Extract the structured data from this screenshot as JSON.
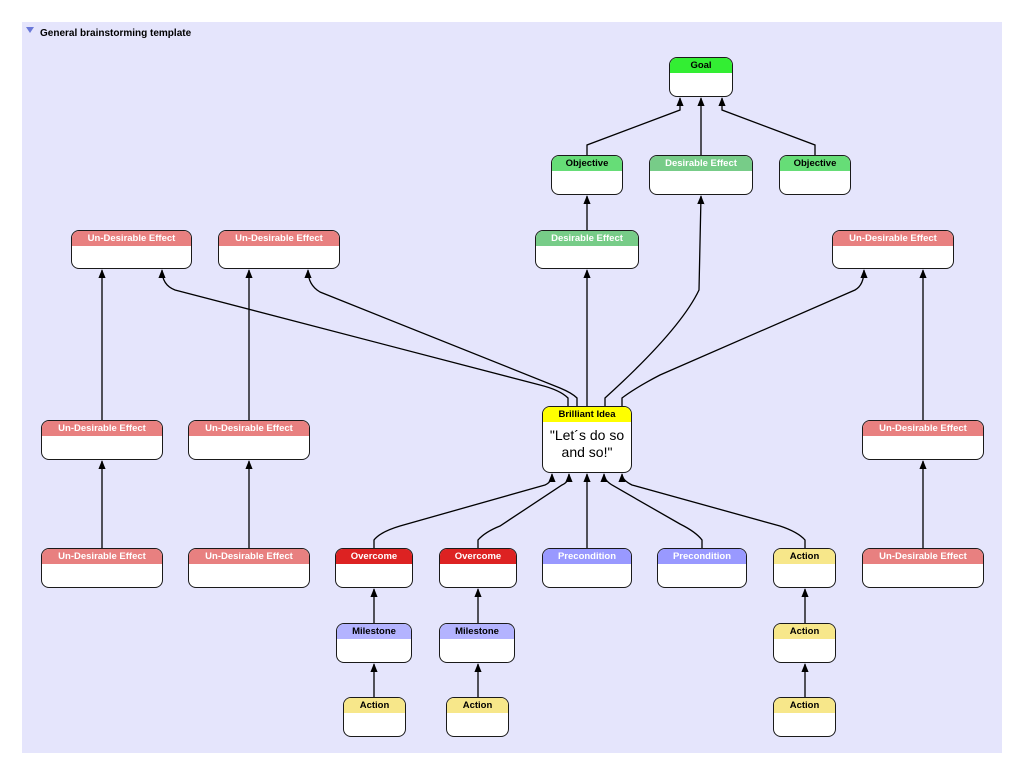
{
  "title": "General brainstorming template",
  "colors": {
    "goal": "#33ee33",
    "objective": "#66dd77",
    "desirable": "#77cc88",
    "undesirable": "#e88080",
    "brilliant": "#ffff00",
    "overcome": "#dd2222",
    "precondition": "#9999ff",
    "milestone": "#b3b3ff",
    "action": "#f7e78a"
  },
  "nodes": [
    {
      "id": "goal",
      "label": "Goal",
      "kind": "goal",
      "text_color": "#000000"
    },
    {
      "id": "obj1",
      "label": "Objective",
      "kind": "objective",
      "text_color": "#000000"
    },
    {
      "id": "de_top",
      "label": "Desirable Effect",
      "kind": "desirable",
      "text_color": "#ffffff"
    },
    {
      "id": "obj2",
      "label": "Objective",
      "kind": "objective",
      "text_color": "#000000"
    },
    {
      "id": "ude1",
      "label": "Un-Desirable Effect",
      "kind": "undesirable",
      "text_color": "#ffffff"
    },
    {
      "id": "ude2",
      "label": "Un-Desirable Effect",
      "kind": "undesirable",
      "text_color": "#ffffff"
    },
    {
      "id": "de_mid",
      "label": "Desirable Effect",
      "kind": "desirable",
      "text_color": "#ffffff"
    },
    {
      "id": "ude3",
      "label": "Un-Desirable Effect",
      "kind": "undesirable",
      "text_color": "#ffffff"
    },
    {
      "id": "ude4",
      "label": "Un-Desirable Effect",
      "kind": "undesirable",
      "text_color": "#ffffff"
    },
    {
      "id": "ude5",
      "label": "Un-Desirable Effect",
      "kind": "undesirable",
      "text_color": "#ffffff"
    },
    {
      "id": "idea",
      "label": "Brilliant Idea",
      "kind": "brilliant",
      "text_color": "#000000",
      "body": "\"Let´s do so and so!\""
    },
    {
      "id": "ude6",
      "label": "Un-Desirable Effect",
      "kind": "undesirable",
      "text_color": "#ffffff"
    },
    {
      "id": "ude7",
      "label": "Un-Desirable Effect",
      "kind": "undesirable",
      "text_color": "#ffffff"
    },
    {
      "id": "ude8",
      "label": "Un-Desirable Effect",
      "kind": "undesirable",
      "text_color": "#ffffff"
    },
    {
      "id": "over1",
      "label": "Overcome",
      "kind": "overcome",
      "text_color": "#ffffff"
    },
    {
      "id": "over2",
      "label": "Overcome",
      "kind": "overcome",
      "text_color": "#ffffff"
    },
    {
      "id": "pre1",
      "label": "Precondition",
      "kind": "precondition",
      "text_color": "#ffffff"
    },
    {
      "id": "pre2",
      "label": "Precondition",
      "kind": "precondition",
      "text_color": "#ffffff"
    },
    {
      "id": "act_r1",
      "label": "Action",
      "kind": "action",
      "text_color": "#000000"
    },
    {
      "id": "ude9",
      "label": "Un-Desirable Effect",
      "kind": "undesirable",
      "text_color": "#ffffff"
    },
    {
      "id": "mile1",
      "label": "Milestone",
      "kind": "milestone",
      "text_color": "#000000"
    },
    {
      "id": "mile2",
      "label": "Milestone",
      "kind": "milestone",
      "text_color": "#000000"
    },
    {
      "id": "act_r2",
      "label": "Action",
      "kind": "action",
      "text_color": "#000000"
    },
    {
      "id": "act1",
      "label": "Action",
      "kind": "action",
      "text_color": "#000000"
    },
    {
      "id": "act2",
      "label": "Action",
      "kind": "action",
      "text_color": "#000000"
    },
    {
      "id": "act_r3",
      "label": "Action",
      "kind": "action",
      "text_color": "#000000"
    }
  ],
  "edges": [
    {
      "from": "obj1",
      "to": "goal"
    },
    {
      "from": "de_top",
      "to": "goal"
    },
    {
      "from": "obj2",
      "to": "goal"
    },
    {
      "from": "de_mid",
      "to": "obj1"
    },
    {
      "from": "idea",
      "to": "ude1"
    },
    {
      "from": "idea",
      "to": "ude2"
    },
    {
      "from": "idea",
      "to": "de_mid"
    },
    {
      "from": "idea",
      "to": "de_top"
    },
    {
      "from": "idea",
      "to": "ude3"
    },
    {
      "from": "ude4",
      "to": "ude1"
    },
    {
      "from": "ude5",
      "to": "ude2"
    },
    {
      "from": "ude6",
      "to": "ude3"
    },
    {
      "from": "ude7",
      "to": "ude4"
    },
    {
      "from": "ude8",
      "to": "ude5"
    },
    {
      "from": "ude9",
      "to": "ude6"
    },
    {
      "from": "over1",
      "to": "idea"
    },
    {
      "from": "over2",
      "to": "idea"
    },
    {
      "from": "pre1",
      "to": "idea"
    },
    {
      "from": "pre2",
      "to": "idea"
    },
    {
      "from": "act_r1",
      "to": "idea"
    },
    {
      "from": "mile1",
      "to": "over1"
    },
    {
      "from": "mile2",
      "to": "over2"
    },
    {
      "from": "act1",
      "to": "mile1"
    },
    {
      "from": "act2",
      "to": "mile2"
    },
    {
      "from": "act_r2",
      "to": "act_r1"
    },
    {
      "from": "act_r3",
      "to": "act_r2"
    }
  ]
}
